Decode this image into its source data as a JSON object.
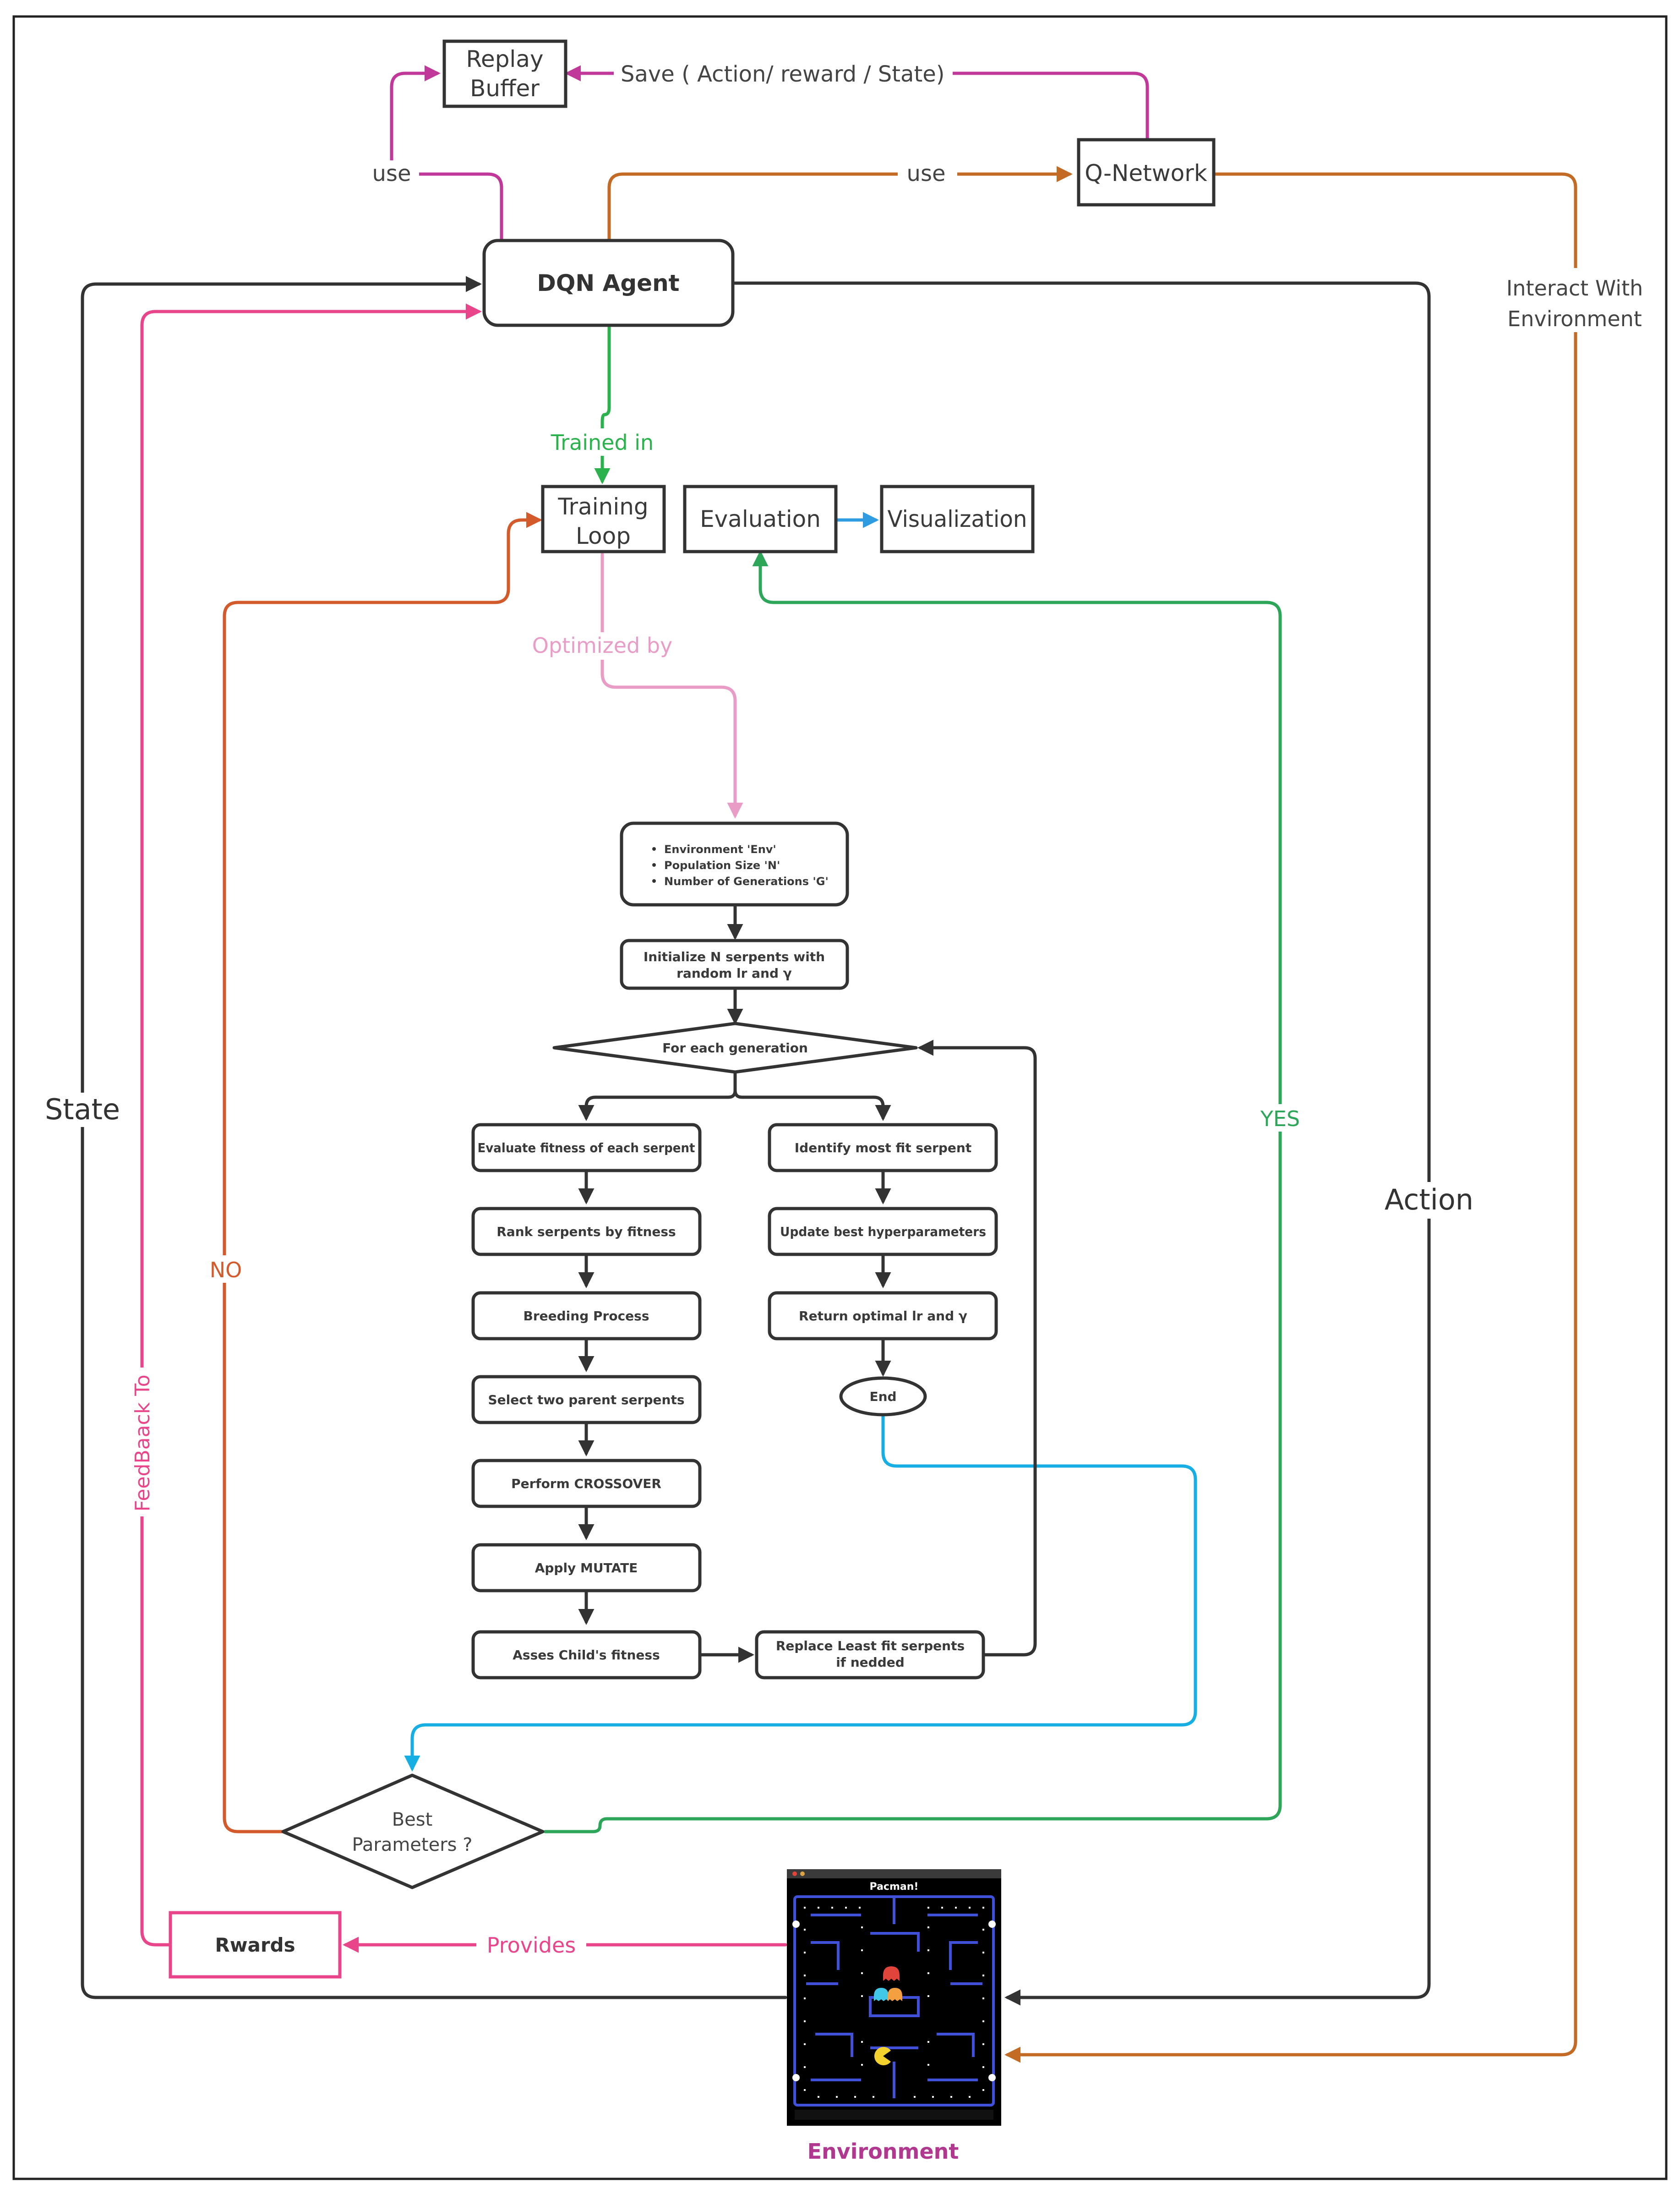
{
  "diagram": {
    "colors": {
      "dark": "#333333",
      "magenta": "#c0399a",
      "orange": "#c36a24",
      "green": "#2bb24c",
      "pink": "#e99dc6",
      "red_orange": "#d35a2a",
      "blue": "#2f9be0",
      "cyan": "#17aee4",
      "teal": "#2ea65a",
      "hot_pink": "#e8458b",
      "purple": "#b0388e"
    },
    "nodes": {
      "replay_buffer": [
        "Replay",
        "Buffer"
      ],
      "q_network": "Q-Network",
      "dqn_agent": "DQN Agent",
      "training_loop": [
        "Training",
        "Loop"
      ],
      "evaluation": "Evaluation",
      "visualization": "Visualization",
      "best_parameters": [
        "Best",
        "Parameters ?"
      ],
      "rewards": "Rwards",
      "environment": "Environment"
    },
    "edge_labels": {
      "save": "Save ( Action/ reward / State)",
      "use_buffer": "use",
      "use_qnet": "use",
      "interact": [
        "Interact With",
        "Environment"
      ],
      "trained_in": "Trained in",
      "optimized_by": "Optimized by",
      "state": "State",
      "action": "Action",
      "no": "NO",
      "yes": "YES",
      "feedback": "FeedBaack To",
      "provides": "Provides"
    },
    "flowchart": {
      "inputs": [
        "Environment 'Env'",
        "Population Size 'N'",
        "Number of Generations 'G'"
      ],
      "initialize": [
        "Initialize N serpents with",
        "random lr and γ"
      ],
      "for_each": "For each generation",
      "left": [
        "Evaluate fitness of each serpent",
        "Rank serpents by fitness",
        "Breeding Process",
        "Select two parent serpents",
        "Perform CROSSOVER",
        "Apply MUTATE",
        "Asses Child's fitness"
      ],
      "right": [
        "Identify most fit serpent",
        "Update best hyperparameters",
        "Return optimal lr and γ"
      ],
      "end": "End",
      "replace": [
        "Replace Least fit serpents",
        "if nedded"
      ]
    },
    "environment_screen": {
      "title": "Pacman!"
    }
  }
}
